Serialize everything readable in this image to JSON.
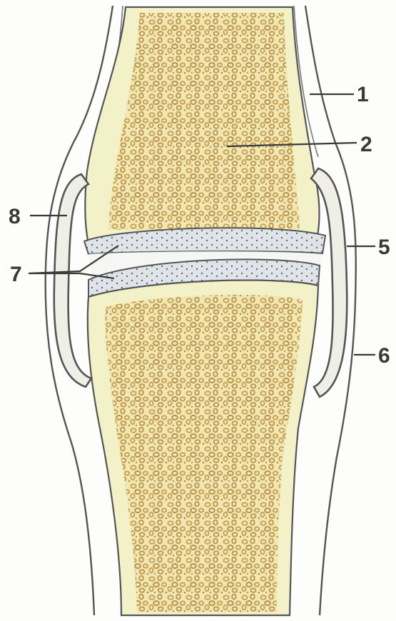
{
  "diagram": {
    "labels": [
      {
        "id": "label-1",
        "text": "1"
      },
      {
        "id": "label-2",
        "text": "2"
      },
      {
        "id": "label-5",
        "text": "5"
      },
      {
        "id": "label-6",
        "text": "6"
      },
      {
        "id": "label-7",
        "text": "7"
      },
      {
        "id": "label-8",
        "text": "8"
      }
    ],
    "colors": {
      "background": "#fdfdfb",
      "bone_fill": "#f3f1c8",
      "spongy_speck": "#d7b667",
      "speck_dark": "#b08a44",
      "cartilage": "#dfe4ea",
      "capsule_stroke": "#555555",
      "capsule_fill": "#efefe8",
      "label": "#3a3a3a"
    }
  }
}
